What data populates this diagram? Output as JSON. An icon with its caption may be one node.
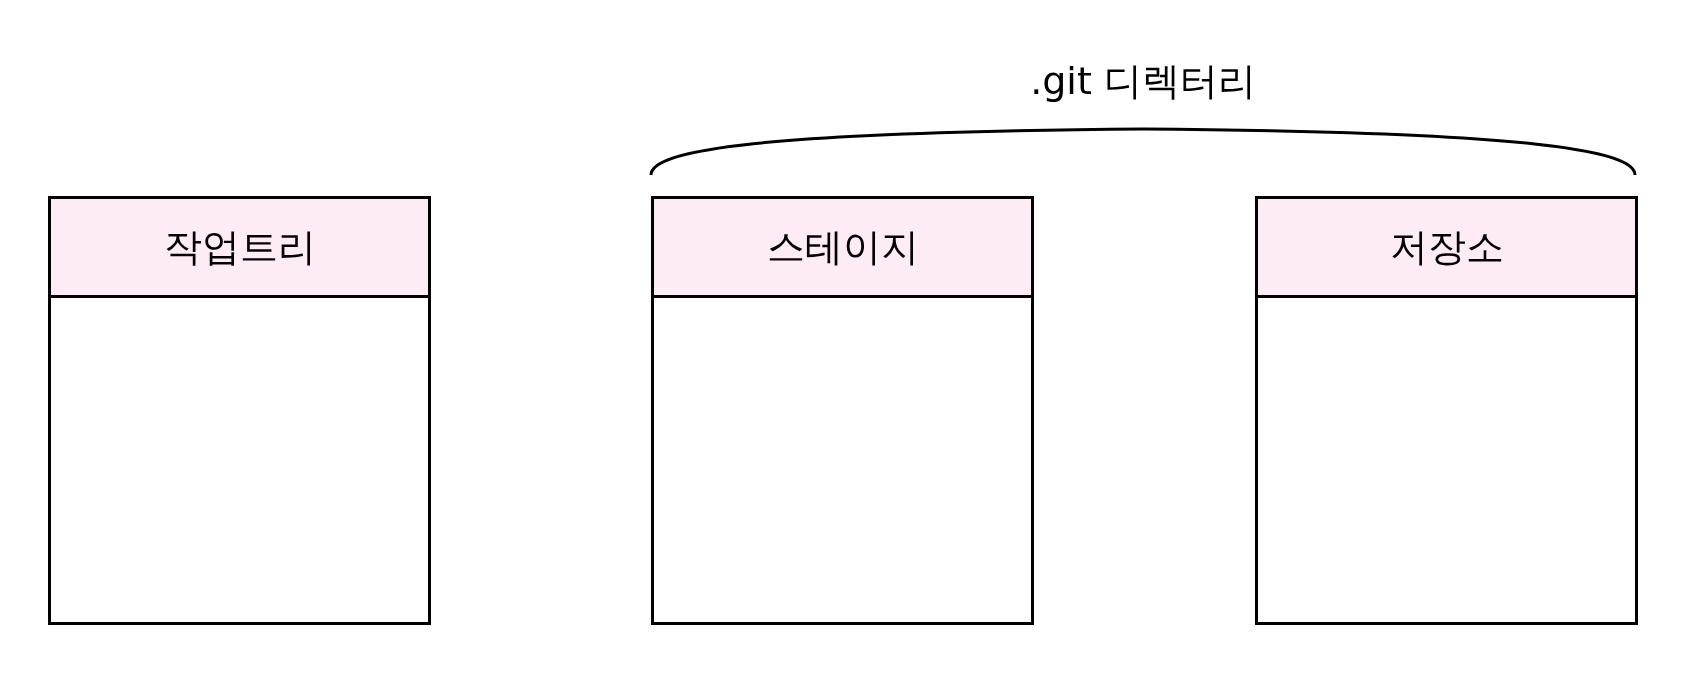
{
  "diagram": {
    "nodes": [
      {
        "text": [
          "작업트리"
        ]
      },
      {
        "text": [
          "스테이지"
        ]
      },
      {
        "text": [
          "저장소"
        ]
      }
    ],
    "edges": [],
    "labels": [
      ".git 디렉터리"
    ]
  }
}
